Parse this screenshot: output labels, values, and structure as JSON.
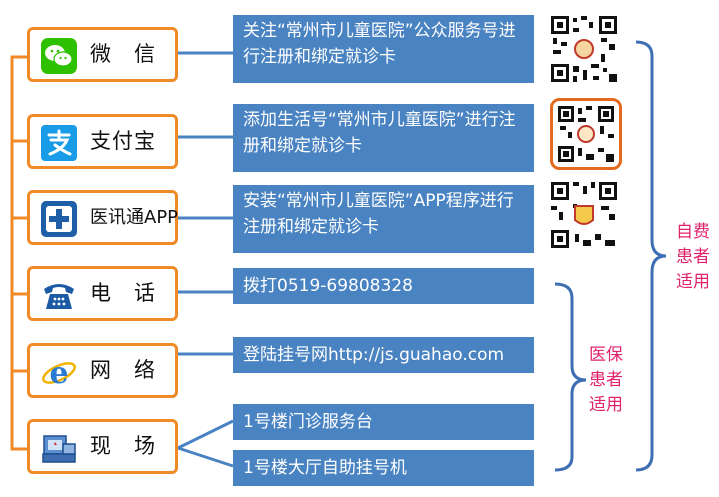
{
  "colors": {
    "orange": "#ef8a27",
    "blue": "#4a83c2",
    "brace": "#3f6fb3",
    "magenta": "#e0246b"
  },
  "channels": [
    {
      "label": "微　信",
      "icon": "wechat-icon"
    },
    {
      "label": "支付宝",
      "icon": "alipay-icon"
    },
    {
      "label": "医讯通APP",
      "icon": "yixuntong-app-icon"
    },
    {
      "label": "电　话",
      "icon": "telephone-icon"
    },
    {
      "label": "网　络",
      "icon": "internet-explorer-icon"
    },
    {
      "label": "现　场",
      "icon": "hospital-counter-icon"
    }
  ],
  "steps": [
    {
      "text": "关注“常州市儿童医院”公众服务号进行注册和绑定就诊卡"
    },
    {
      "text": "添加生活号“常州市儿童医院”进行注册和绑定就诊卡"
    },
    {
      "text": "安装“常州市儿童医院”APP程序进行注册和绑定就诊卡"
    },
    {
      "text": "拨打0519-69808328"
    },
    {
      "text": "登陆挂号网http://js.guahao.com"
    },
    {
      "text": "1号楼门诊服务台"
    },
    {
      "text": "1号楼大厅自助挂号机"
    }
  ],
  "qr_codes": [
    "wechat-qr-code",
    "alipay-qr-code",
    "app-qr-code"
  ],
  "side_labels": {
    "self_pay": "自费患者适用",
    "insured": "医保患者适用"
  }
}
